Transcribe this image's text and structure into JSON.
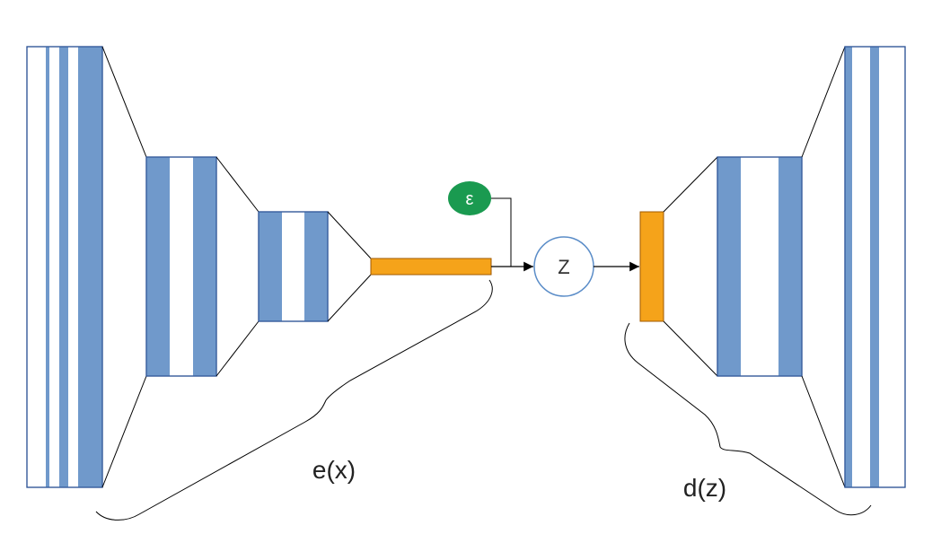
{
  "title": "",
  "nodes": {
    "epsilon": {
      "label": "ε"
    },
    "z": {
      "label": "Z"
    }
  },
  "labels": {
    "encoder": "e(x)",
    "decoder": "d(z)"
  },
  "colors": {
    "layer_blue": "#7099cb",
    "layer_border": "#2f5597",
    "latent_orange": "#f5a31a",
    "latent_border": "#a05a00",
    "epsilon_green": "#1a9a50",
    "z_border": "#5b8dc8",
    "line": "#000000"
  }
}
